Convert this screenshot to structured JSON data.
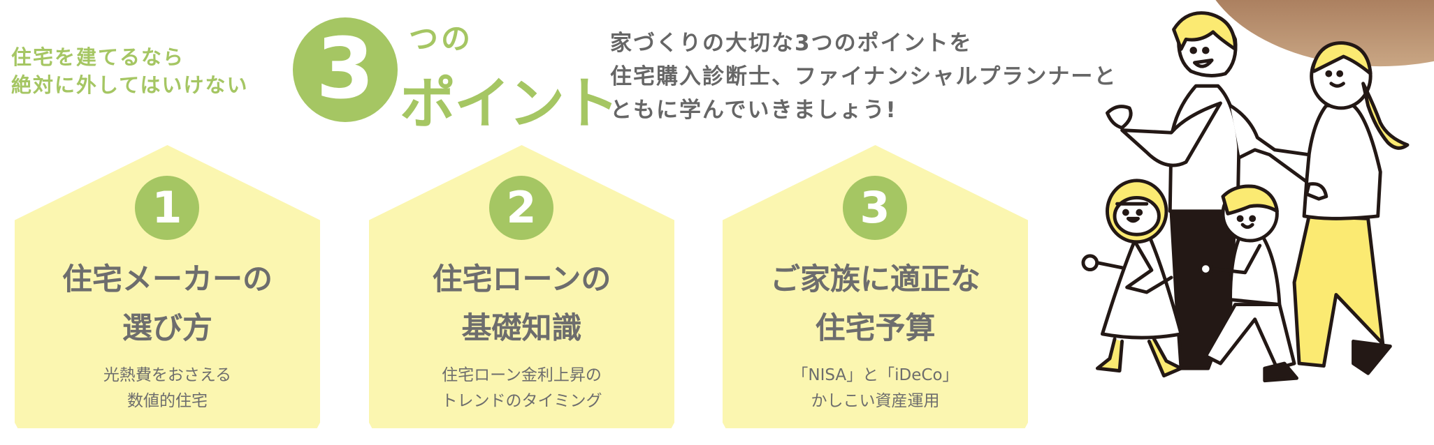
{
  "headline": {
    "lead_lines": [
      "住宅を建てるなら",
      "絶対に外してはいけない"
    ],
    "number": "3",
    "suffix_small": "つの",
    "suffix_large": "ポイント"
  },
  "intro": {
    "lines": [
      "家づくりの大切な3つのポイントを",
      "住宅購入診断士、ファイナンシャルプランナーと",
      "ともに学んでいきましょう!"
    ]
  },
  "points": [
    {
      "number": "1",
      "title_lines": [
        "住宅メーカーの",
        "選び方"
      ],
      "sub_lines": [
        "光熱費をおさえる",
        "数値的住宅"
      ]
    },
    {
      "number": "2",
      "title_lines": [
        "住宅ローンの",
        "基礎知識"
      ],
      "sub_lines": [
        "住宅ローン金利上昇の",
        "トレンドのタイミング"
      ]
    },
    {
      "number": "3",
      "title_lines": [
        "ご家族に適正な",
        "住宅予算"
      ],
      "sub_lines": [
        "「NISA」と「iDeCo」",
        "かしこい資産運用"
      ]
    }
  ],
  "colors": {
    "accent": "#a5c663",
    "card": "#fbf6b0",
    "text": "#6d6d6d",
    "illustration_yellow": "#fbea72",
    "line": "#231815"
  }
}
